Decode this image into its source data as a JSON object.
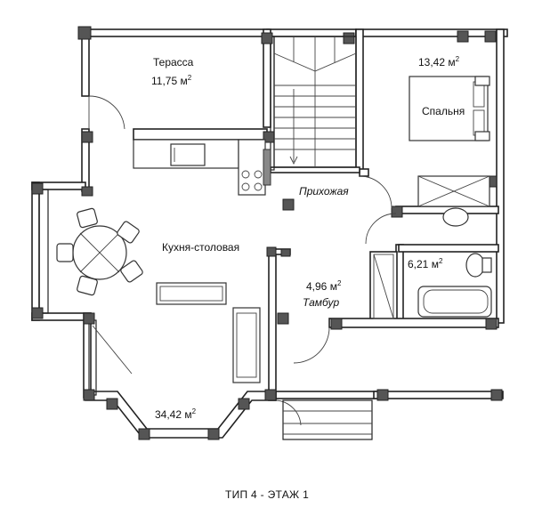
{
  "rooms": {
    "terrace": {
      "name": "Терасса",
      "area": "11,75 м",
      "unit_sup": "2"
    },
    "bedroom": {
      "name": "Спальня",
      "area": "13,42 м",
      "unit_sup": "2"
    },
    "hall": {
      "name": "Прихожая"
    },
    "kitchen": {
      "name": "Кухня-столовая",
      "area": "34,42 м",
      "unit_sup": "2"
    },
    "vestibule": {
      "name": "Тамбур",
      "area": "4,96 м",
      "unit_sup": "2"
    },
    "bathroom": {
      "area": "6,21 м",
      "unit_sup": "2"
    }
  },
  "caption": "ТИП 4 - ЭТАЖ 1"
}
